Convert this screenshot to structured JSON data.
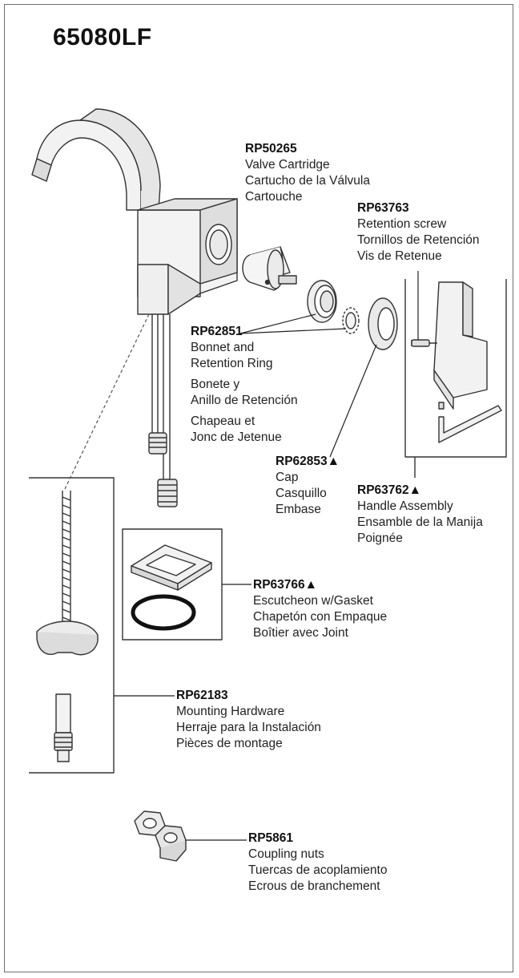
{
  "model": "65080LF",
  "parts": {
    "cartridge": {
      "number": "RP50265",
      "en": "Valve Cartridge",
      "es": "Cartucho de la Válvula",
      "fr": "Cartouche"
    },
    "screw": {
      "number": "RP63763",
      "en": "Retention screw",
      "es": "Tornillos de Retención",
      "fr": "Vis de Retenue"
    },
    "bonnet": {
      "number": "RP62851",
      "en1": "Bonnet and",
      "en2": "Retention Ring",
      "es1": "Bonete y",
      "es2": "Anillo de Retención",
      "fr1": "Chapeau et",
      "fr2": "Jonc de Jetenue"
    },
    "cap": {
      "number": "RP62853▲",
      "en": "Cap",
      "es": "Casquillo",
      "fr": "Embase"
    },
    "handle": {
      "number": "RP63762▲",
      "en": "Handle Assembly",
      "es": "Ensamble de la Manija",
      "fr": "Poignée"
    },
    "escutcheon": {
      "number": "RP63766▲",
      "en": "Escutcheon w/Gasket",
      "es": "Chapetón con Empaque",
      "fr": "Boîtier avec Joint"
    },
    "mounting": {
      "number": "RP62183",
      "en": "Mounting Hardware",
      "es": "Herraje para la Instalación",
      "fr": "Pièces de montage"
    },
    "nuts": {
      "number": "RP5861",
      "en": "Coupling nuts",
      "es": "Tuercas de acoplamiento",
      "fr": "Ecrous de branchement"
    }
  }
}
